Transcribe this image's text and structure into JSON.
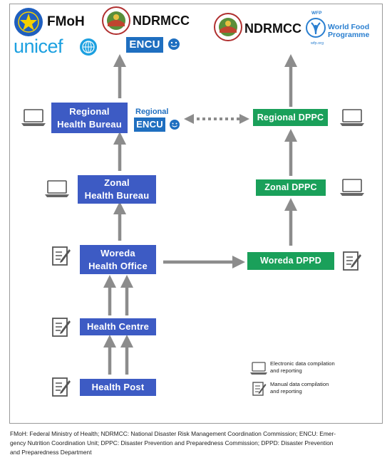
{
  "logos": {
    "fmoh": "FMoH",
    "unicef": "unicef",
    "ndrmcc_left": "NDRMCC",
    "encu": "ENCU",
    "ndrmcc_right": "NDRMCC",
    "wfp_top": "WFP",
    "wfp_line1": "World Food",
    "wfp_line2": "Programme",
    "wfp_url": "wfp.org"
  },
  "nodes": {
    "regional_health_bureau": [
      "Regional",
      "Health Bureau"
    ],
    "zonal_health_bureau": [
      "Zonal",
      "Health Bureau"
    ],
    "woreda_health_office": [
      "Woreda",
      "Health Office"
    ],
    "health_centre": "Health Centre",
    "health_post": "Health Post",
    "regional_encu": [
      "Regional",
      "ENCU"
    ],
    "regional_dppc": "Regional DPPC",
    "zonal_dppc": "Zonal DPPC",
    "woreda_dppd": "Woreda DPPD"
  },
  "legend": {
    "electronic": [
      "Electronic data compilation",
      "and reporting"
    ],
    "manual": [
      "Manual data compilation",
      "and reporting"
    ]
  },
  "caption": [
    "FMoH: Federal Ministry of Health; NDRMCC: National Disaster Risk Management Coordination Commission;  ENCU: Emer-",
    "gency Nutrition Coordination Unit;  DPPC: Disaster Prevention and Preparedness Commission; DPPD: Disaster Prevention",
    "and Preparedness Department"
  ],
  "colors": {
    "blue_box": "#3d5bc4",
    "green_box": "#1aa05a",
    "arrow": "#8c8c8c",
    "encu_blue": "#1f6fc0",
    "unicef_blue": "#1ca0e0",
    "wfp_blue": "#2a7fd0"
  },
  "icons": [
    "laptop-icon",
    "manual-form-icon",
    "emblem-icon",
    "globe-icon",
    "smiley-icon",
    "wfp-wheat-icon"
  ]
}
